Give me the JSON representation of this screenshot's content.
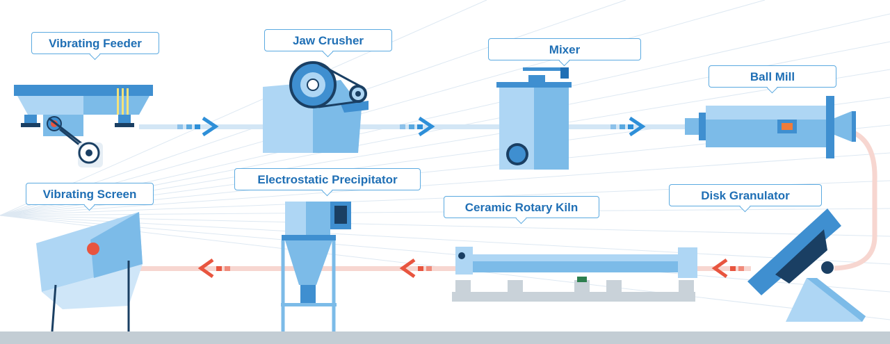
{
  "colors": {
    "machine_light": "#aed6f4",
    "machine_mid": "#7cbbe8",
    "machine_dark": "#3f8fd0",
    "outline": "#1a3f63",
    "flow_blue": "#2e8fd8",
    "flow_red": "#e8553f",
    "label_border": "#5aa9e0",
    "label_text": "#1f6fb5"
  },
  "labels": {
    "vibrating_feeder": "Vibrating Feeder",
    "jaw_crusher": "Jaw Crusher",
    "mixer": "Mixer",
    "ball_mill": "Ball Mill",
    "vibrating_screen": "Vibrating Screen",
    "electrostatic_precipitator": "Electrostatic Precipitator",
    "ceramic_rotary_kiln": "Ceramic Rotary Kiln",
    "disk_granulator": "Disk Granulator"
  },
  "flow": {
    "top_row_direction": "right",
    "bottom_row_direction": "left",
    "sequence": [
      "Vibrating Feeder",
      "Jaw Crusher",
      "Mixer",
      "Ball Mill",
      "Disk Granulator",
      "Ceramic Rotary Kiln",
      "Electrostatic Precipitator",
      "Vibrating Screen"
    ]
  }
}
